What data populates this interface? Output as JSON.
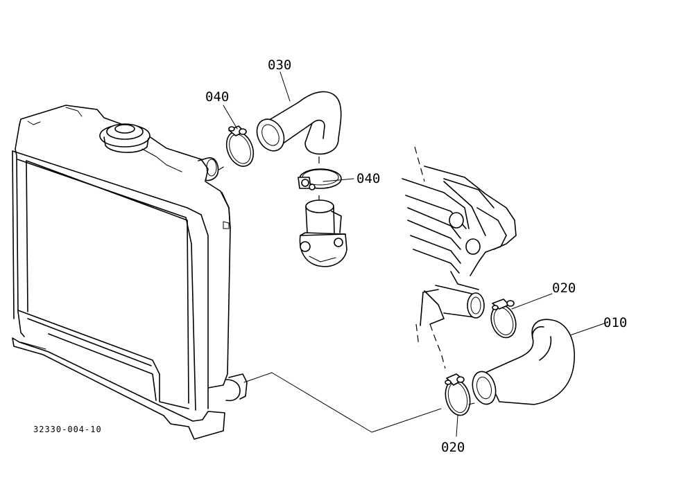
{
  "labels": {
    "hose_upper": "030",
    "clamp_upper_left": "040",
    "clamp_upper_right": "040",
    "clamp_lower_top": "020",
    "clamp_lower_bottom": "020",
    "hose_lower": "010"
  },
  "reference": "32330-004-10"
}
